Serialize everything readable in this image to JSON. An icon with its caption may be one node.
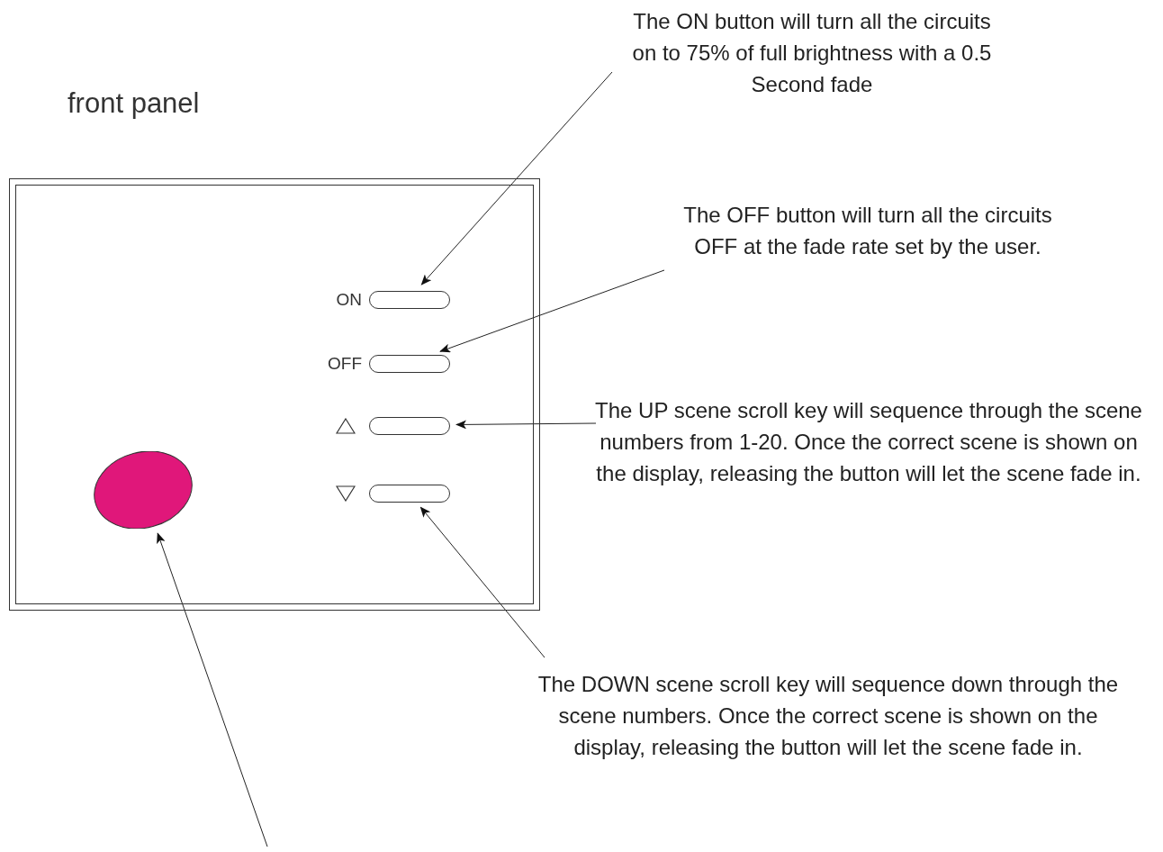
{
  "diagram": {
    "title": "front panel",
    "nodes": [
      {
        "text": [],
        "shape": "box"
      },
      {
        "text": [],
        "shape": "bar",
        "in": 0,
        "beside": [
          "ON"
        ]
      },
      {
        "text": [],
        "shape": "bar",
        "in": 0,
        "beside": [
          "OFF"
        ]
      },
      {
        "text": [],
        "shape": "bar",
        "in": 0
      },
      {
        "text": [],
        "shape": "bar",
        "in": 0
      },
      {
        "text": [],
        "shape": "circle",
        "in": 0
      },
      {
        "text": [
          "The ON button will turn all the circuits on to 75% of full brightness with a 0.5 Second fade"
        ]
      },
      {
        "text": [
          "The OFF button will turn all the circuits OFF at the fade rate set by the user."
        ]
      },
      {
        "text": [
          "The UP scene scroll key will sequence through the scene numbers from 1-20. Once the correct scene is shown on the display, releasing the button will let the scene fade in."
        ]
      },
      {
        "text": [
          "The DOWN scene scroll key will sequence down through the scene numbers. Once the correct scene is shown on the display, releasing the button will let the scene fade in."
        ]
      }
    ],
    "edges": [
      {
        "from": 6,
        "to": 1,
        "arrow": "to"
      },
      {
        "from": 7,
        "to": 2,
        "arrow": "to"
      },
      {
        "from": 8,
        "to": 3,
        "arrow": "to"
      },
      {
        "from": 9,
        "to": 4,
        "arrow": "to"
      },
      {
        "from": null,
        "to": 5,
        "arrow": "to"
      }
    ]
  }
}
